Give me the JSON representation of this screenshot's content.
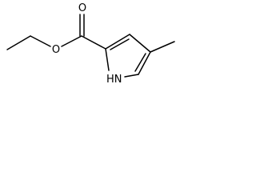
{
  "molecule": {
    "atoms": {
      "carbonyl_oxygen": "O",
      "ester_oxygen": "O",
      "ring_nitrogen": "HN"
    }
  },
  "colors": {
    "bond": "#000000",
    "label": "#000000",
    "background": "#ffffff"
  }
}
